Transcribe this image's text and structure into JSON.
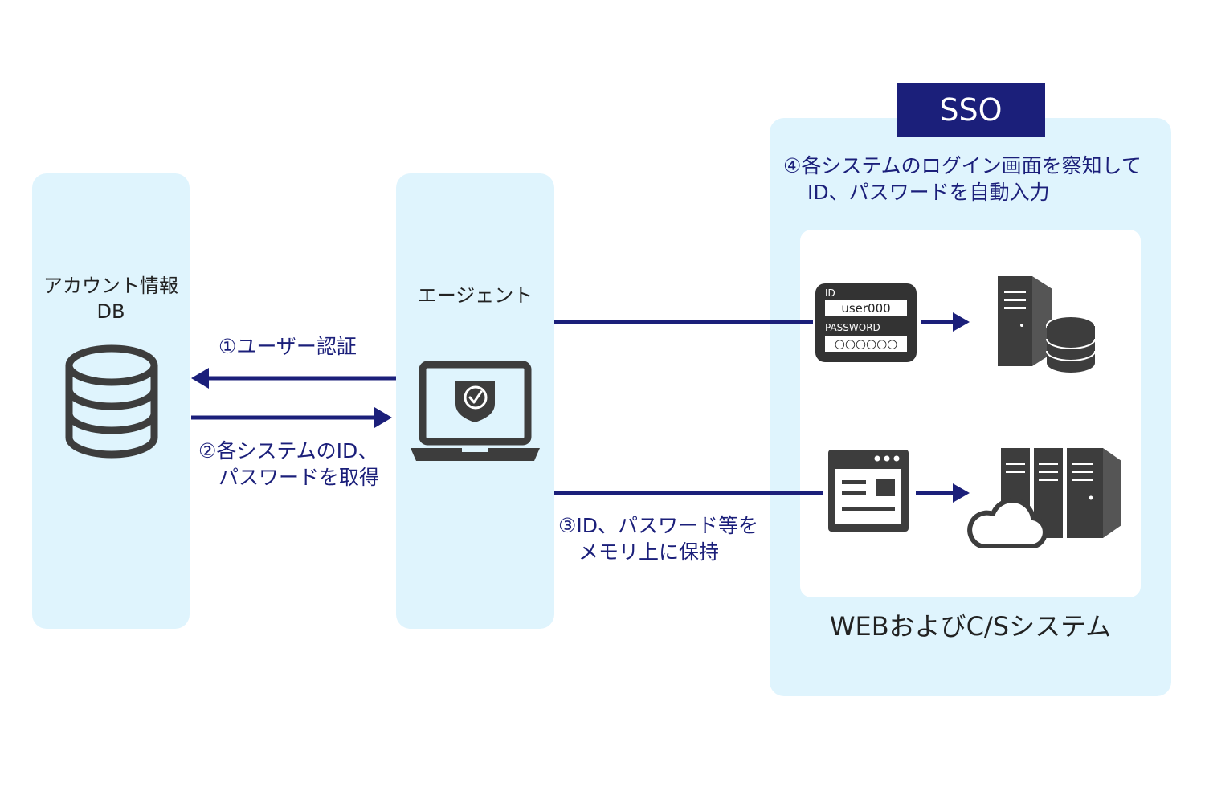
{
  "panels": {
    "account_db": {
      "label_line1": "アカウント情報",
      "label_line2": "DB"
    },
    "agent": {
      "label": "エージェント"
    },
    "sso": {
      "tag": "SSO",
      "step4_line1": "④各システムのログイン画面を察知して",
      "step4_line2": "ID、パスワードを自動入力",
      "footer": "WEBおよびC/Sシステム"
    }
  },
  "steps": {
    "step1": "①ユーザー認証",
    "step2_line1": "②各システムのID、",
    "step2_line2": "パスワードを取得",
    "step3_line1": "③ID、パスワード等を",
    "step3_line2": "メモリ上に保持"
  },
  "login_card": {
    "id_caption": "ID",
    "id_value": "user000",
    "password_caption": "PASSWORD",
    "password_value": "○○○○○○"
  },
  "icons": {
    "database": "database-icon",
    "laptop": "laptop-shield-icon",
    "server_db": "server-database-icon",
    "browser": "browser-window-icon",
    "cloud_servers": "cloud-servers-icon"
  },
  "colors": {
    "panel": "#dff4fd",
    "accent": "#1b1f7a",
    "icon": "#3d3d3d"
  }
}
